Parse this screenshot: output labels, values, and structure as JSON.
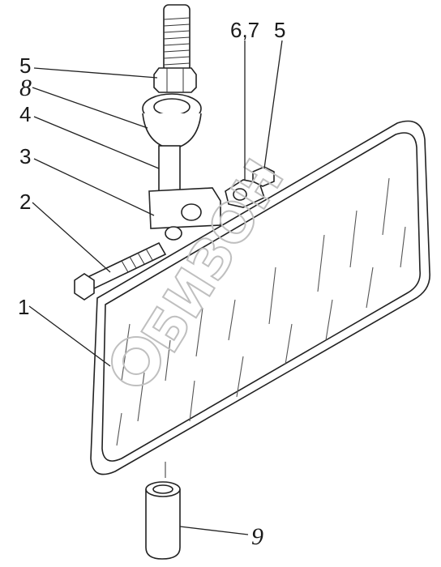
{
  "callouts": {
    "c5a": "5",
    "c8": "8",
    "c4": "4",
    "c3": "3",
    "c2": "2",
    "c1": "1",
    "c67": "6,7",
    "c5b": "5",
    "c9": "9"
  },
  "watermark": {
    "text": "БИЗОН"
  },
  "colors": {
    "ink": "#222222",
    "watermark": "#bfbfbf"
  }
}
